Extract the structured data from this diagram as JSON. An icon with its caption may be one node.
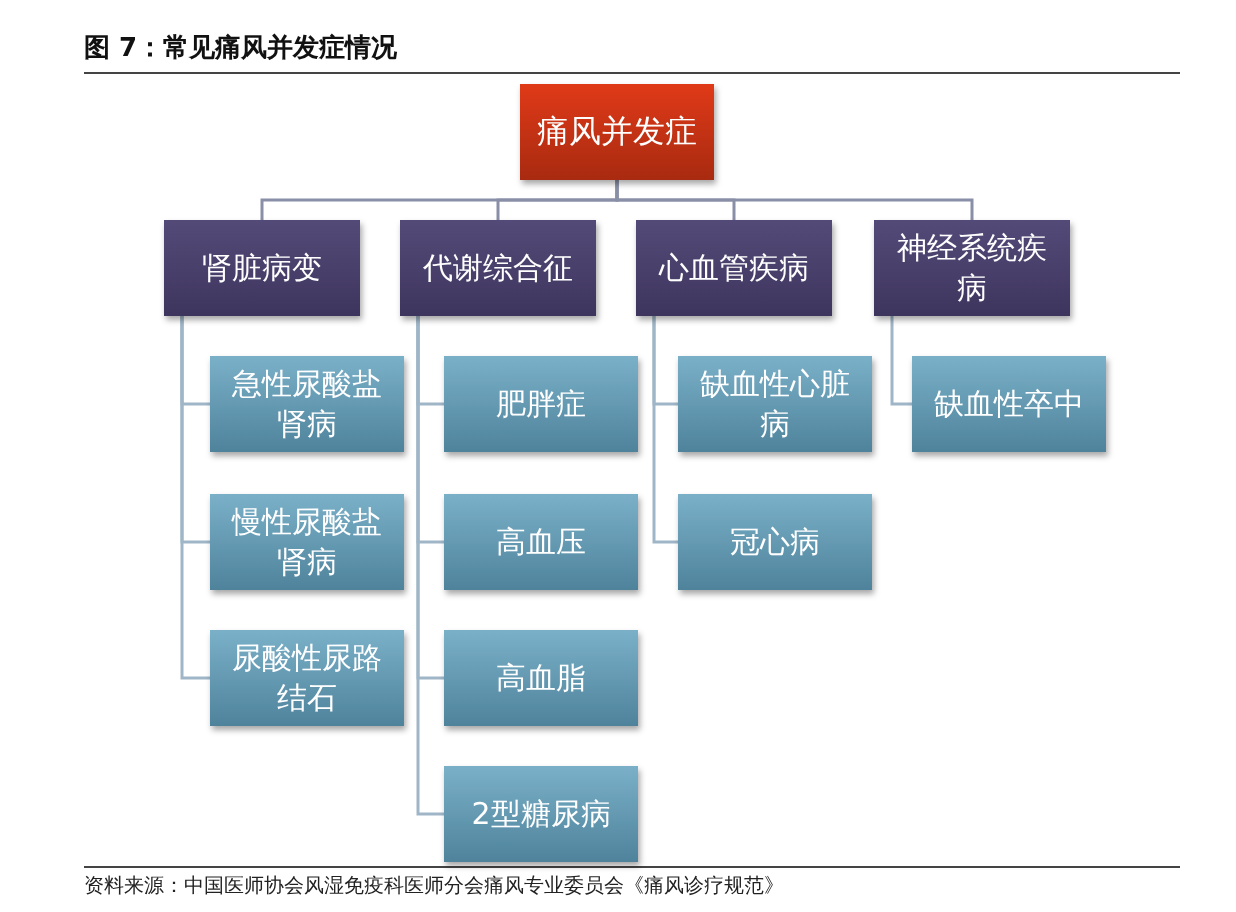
{
  "diagram": {
    "title": "图 7：常见痛风并发症情况",
    "nodes": [
      {
        "text": [
          "痛风并发症"
        ]
      },
      {
        "text": [
          "肾脏病变"
        ]
      },
      {
        "text": [
          "代谢综合征"
        ]
      },
      {
        "text": [
          "心血管疾病"
        ]
      },
      {
        "text": [
          "神经系统疾病"
        ]
      },
      {
        "text": [
          "急性尿酸盐肾病"
        ]
      },
      {
        "text": [
          "慢性尿酸盐肾病"
        ]
      },
      {
        "text": [
          "尿酸性尿路结石"
        ]
      },
      {
        "text": [
          "肥胖症"
        ]
      },
      {
        "text": [
          "高血压"
        ]
      },
      {
        "text": [
          "高血脂"
        ]
      },
      {
        "text": [
          "2型糖尿病"
        ]
      },
      {
        "text": [
          "缺血性心脏病"
        ]
      },
      {
        "text": [
          "冠心病"
        ]
      },
      {
        "text": [
          "缺血性卒中"
        ]
      }
    ],
    "edges": [
      {
        "from": 0,
        "to": 1,
        "arrow": "none"
      },
      {
        "from": 0,
        "to": 2,
        "arrow": "none"
      },
      {
        "from": 0,
        "to": 3,
        "arrow": "none"
      },
      {
        "from": 0,
        "to": 4,
        "arrow": "none"
      },
      {
        "from": 1,
        "to": 5,
        "arrow": "none"
      },
      {
        "from": 1,
        "to": 6,
        "arrow": "none"
      },
      {
        "from": 1,
        "to": 7,
        "arrow": "none"
      },
      {
        "from": 2,
        "to": 8,
        "arrow": "none"
      },
      {
        "from": 2,
        "to": 9,
        "arrow": "none"
      },
      {
        "from": 2,
        "to": 10,
        "arrow": "none"
      },
      {
        "from": 2,
        "to": 11,
        "arrow": "none"
      },
      {
        "from": 3,
        "to": 12,
        "arrow": "none"
      },
      {
        "from": 3,
        "to": 13,
        "arrow": "none"
      },
      {
        "from": 4,
        "to": 14,
        "arrow": "none"
      }
    ],
    "labels": [
      "资料来源：中国医师协会风湿免疫科医师分会痛风专业委员会《痛风诊疗规范》"
    ]
  }
}
